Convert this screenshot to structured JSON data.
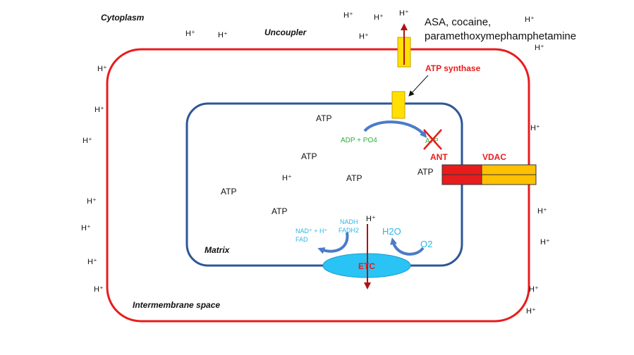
{
  "compartments": {
    "cytoplasm": "Cytoplasm",
    "intermembrane": "Intermembrane space",
    "matrix": "Matrix"
  },
  "uncoupler": {
    "label": "Uncoupler",
    "agents_line1": "ASA, cocaine,",
    "agents_line2": "paramethoxymephamphetamine"
  },
  "atp_synthase": {
    "label": "ATP synthase"
  },
  "ant": {
    "label": "ANT",
    "crossed_text": "ATP"
  },
  "vdac": {
    "label": "VDAC"
  },
  "etc": {
    "label": "ETC"
  },
  "reactions": {
    "adp_po4": "ADP + PO4",
    "nadh": "NADH",
    "fadh2": "FADH2",
    "nad_h": "NAD⁺ + H⁺",
    "fad": "FAD",
    "h2o": "H2O",
    "o2": "O2"
  },
  "proton": "H⁺",
  "atp": "ATP",
  "colors": {
    "outer_membrane": "#e81c1c",
    "inner_membrane": "#2e5597",
    "channel_yellow": "#ffe000",
    "vdac_red": "#e81c1c",
    "vdac_orange": "#ffc000",
    "etc_fill": "#29c4f5",
    "arrow_dark_red": "#b01010",
    "curved_arrow": "#4a7cc7"
  }
}
